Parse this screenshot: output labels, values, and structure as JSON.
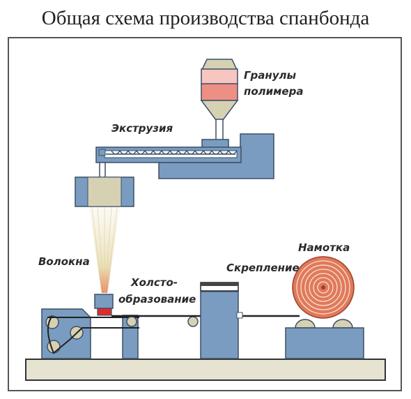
{
  "title": "Общая схема производства спанбонда",
  "labels": {
    "granules_line1": "Гранулы",
    "granules_line2": "полимера",
    "extrusion": "Экструзия",
    "fibers": "Волокна",
    "web_line1": "Холсто-",
    "web_line2": "образование",
    "bonding": "Скрепление",
    "winding": "Намотка"
  },
  "colors": {
    "machine_blue": "#7a9cc0",
    "machine_stroke": "#3c4f66",
    "hopper_beige": "#d6d1b3",
    "granules_light": "#f7c6c0",
    "granules_dark": "#ee8f85",
    "hot_red": "#e02a2a",
    "roll_copper": "#e07a5a",
    "base": "#e6e3d1"
  }
}
